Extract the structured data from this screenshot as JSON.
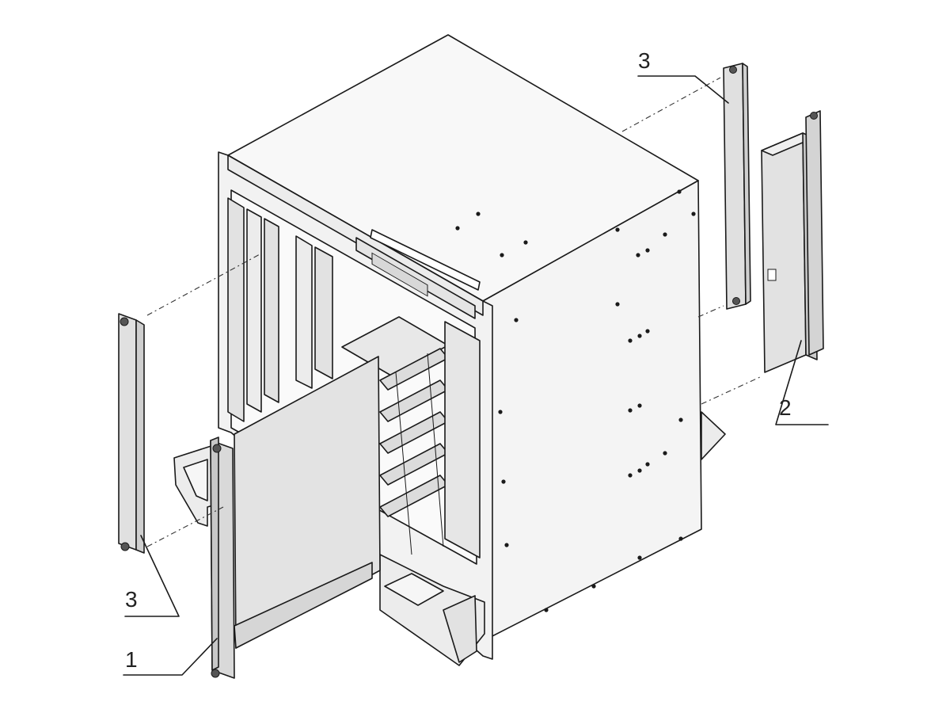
{
  "callouts": {
    "filler_left": "3",
    "filler_right": "3",
    "fan_unit": "2",
    "board": "1"
  },
  "colors": {
    "line": "#1a1a1a",
    "panel_light": "#f7f7f7",
    "panel_mid": "#e6e6e6",
    "panel_dark": "#cfcfcf",
    "background": "#ffffff"
  }
}
